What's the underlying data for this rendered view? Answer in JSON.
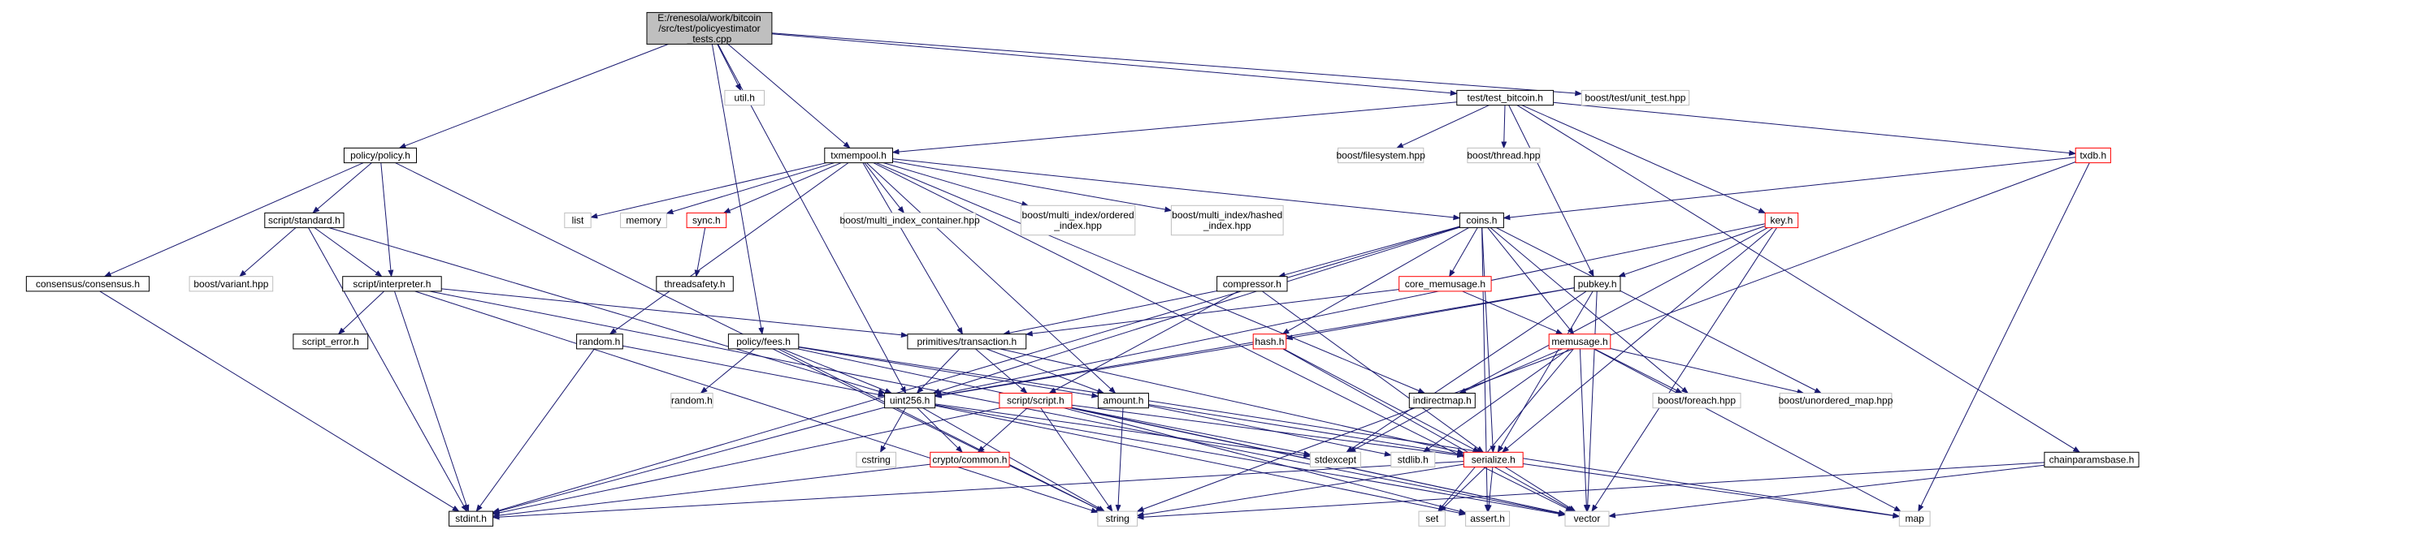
{
  "graph": {
    "colors": {
      "edge": "#191970",
      "label": "#000000",
      "border_local": "#000000",
      "border_incomplete": "#ff0000",
      "border_system": "#bfbfbf",
      "root_fill": "#bfbfbf",
      "fill": "#ffffff"
    },
    "nodes": [
      {
        "id": "root",
        "lines": [
          "E:/renesola/work/bitcoin",
          "/src/test/policyestimator",
          "_tests.cpp"
        ],
        "kind": "root"
      },
      {
        "id": "util_h",
        "lines": [
          "util.h"
        ],
        "kind": "system"
      },
      {
        "id": "test_bitcoin_h",
        "lines": [
          "test/test_bitcoin.h"
        ],
        "kind": "local"
      },
      {
        "id": "boost_unit_test",
        "lines": [
          "boost/test/unit_test.hpp"
        ],
        "kind": "system"
      },
      {
        "id": "policy_h",
        "lines": [
          "policy/policy.h"
        ],
        "kind": "local"
      },
      {
        "id": "txmempool_h",
        "lines": [
          "txmempool.h"
        ],
        "kind": "local"
      },
      {
        "id": "boost_filesystem",
        "lines": [
          "boost/filesystem.hpp"
        ],
        "kind": "system"
      },
      {
        "id": "boost_thread",
        "lines": [
          "boost/thread.hpp"
        ],
        "kind": "system"
      },
      {
        "id": "txdb_h",
        "lines": [
          "txdb.h"
        ],
        "kind": "incomplete"
      },
      {
        "id": "script_standard_h",
        "lines": [
          "script/standard.h"
        ],
        "kind": "local"
      },
      {
        "id": "list",
        "lines": [
          "list"
        ],
        "kind": "system"
      },
      {
        "id": "memory",
        "lines": [
          "memory"
        ],
        "kind": "system"
      },
      {
        "id": "sync_h",
        "lines": [
          "sync.h"
        ],
        "kind": "incomplete"
      },
      {
        "id": "boost_mi_container",
        "lines": [
          "boost/multi_index_container.hpp"
        ],
        "kind": "system"
      },
      {
        "id": "boost_mi_ordered",
        "lines": [
          "boost/multi_index/ordered",
          "_index.hpp"
        ],
        "kind": "system"
      },
      {
        "id": "boost_mi_hashed",
        "lines": [
          "boost/multi_index/hashed",
          "_index.hpp"
        ],
        "kind": "system"
      },
      {
        "id": "coins_h",
        "lines": [
          "coins.h"
        ],
        "kind": "local"
      },
      {
        "id": "key_h",
        "lines": [
          "key.h"
        ],
        "kind": "incomplete"
      },
      {
        "id": "consensus_h",
        "lines": [
          "consensus/consensus.h"
        ],
        "kind": "local"
      },
      {
        "id": "boost_variant",
        "lines": [
          "boost/variant.hpp"
        ],
        "kind": "system"
      },
      {
        "id": "script_interpreter_h",
        "lines": [
          "script/interpreter.h"
        ],
        "kind": "local"
      },
      {
        "id": "threadsafety_h",
        "lines": [
          "threadsafety.h"
        ],
        "kind": "local"
      },
      {
        "id": "compressor_h",
        "lines": [
          "compressor.h"
        ],
        "kind": "local"
      },
      {
        "id": "core_memusage_h",
        "lines": [
          "core_memusage.h"
        ],
        "kind": "incomplete"
      },
      {
        "id": "pubkey_h",
        "lines": [
          "pubkey.h"
        ],
        "kind": "local"
      },
      {
        "id": "script_error_h",
        "lines": [
          "script_error.h"
        ],
        "kind": "local"
      },
      {
        "id": "random_h",
        "lines": [
          "random.h"
        ],
        "kind": "local"
      },
      {
        "id": "policy_fees_h",
        "lines": [
          "policy/fees.h"
        ],
        "kind": "local"
      },
      {
        "id": "primitives_transaction_h",
        "lines": [
          "primitives/transaction.h"
        ],
        "kind": "local"
      },
      {
        "id": "hash_h",
        "lines": [
          "hash.h"
        ],
        "kind": "incomplete"
      },
      {
        "id": "memusage_h",
        "lines": [
          "memusage.h"
        ],
        "kind": "incomplete"
      },
      {
        "id": "random_hpp",
        "lines": [
          "random.h"
        ],
        "kind": "system"
      },
      {
        "id": "uint256_h",
        "lines": [
          "uint256.h"
        ],
        "kind": "local"
      },
      {
        "id": "script_script_h",
        "lines": [
          "script/script.h"
        ],
        "kind": "incomplete"
      },
      {
        "id": "amount_h",
        "lines": [
          "amount.h"
        ],
        "kind": "local"
      },
      {
        "id": "indirectmap_h",
        "lines": [
          "indirectmap.h"
        ],
        "kind": "local"
      },
      {
        "id": "boost_foreach",
        "lines": [
          "boost/foreach.hpp"
        ],
        "kind": "system"
      },
      {
        "id": "boost_unordered_map",
        "lines": [
          "boost/unordered_map.hpp"
        ],
        "kind": "system"
      },
      {
        "id": "cstring",
        "lines": [
          "cstring"
        ],
        "kind": "system"
      },
      {
        "id": "crypto_common_h",
        "lines": [
          "crypto/common.h"
        ],
        "kind": "incomplete"
      },
      {
        "id": "stdexcept",
        "lines": [
          "stdexcept"
        ],
        "kind": "system"
      },
      {
        "id": "stdlib_h",
        "lines": [
          "stdlib.h"
        ],
        "kind": "system"
      },
      {
        "id": "serialize_h",
        "lines": [
          "serialize.h"
        ],
        "kind": "incomplete"
      },
      {
        "id": "chainparamsbase_h",
        "lines": [
          "chainparamsbase.h"
        ],
        "kind": "local"
      },
      {
        "id": "stdint_h",
        "lines": [
          "stdint.h"
        ],
        "kind": "local"
      },
      {
        "id": "string",
        "lines": [
          "string"
        ],
        "kind": "system"
      },
      {
        "id": "set",
        "lines": [
          "set"
        ],
        "kind": "system"
      },
      {
        "id": "assert_h",
        "lines": [
          "assert.h"
        ],
        "kind": "system"
      },
      {
        "id": "vector",
        "lines": [
          "vector"
        ],
        "kind": "system"
      },
      {
        "id": "map",
        "lines": [
          "map"
        ],
        "kind": "system"
      }
    ],
    "edges": [
      [
        "root",
        "util_h"
      ],
      [
        "root",
        "test_bitcoin_h"
      ],
      [
        "root",
        "boost_unit_test"
      ],
      [
        "root",
        "policy_h"
      ],
      [
        "root",
        "txmempool_h"
      ],
      [
        "root",
        "policy_fees_h"
      ],
      [
        "root",
        "uint256_h"
      ],
      [
        "test_bitcoin_h",
        "txmempool_h"
      ],
      [
        "test_bitcoin_h",
        "boost_filesystem"
      ],
      [
        "test_bitcoin_h",
        "boost_thread"
      ],
      [
        "test_bitcoin_h",
        "txdb_h"
      ],
      [
        "test_bitcoin_h",
        "key_h"
      ],
      [
        "test_bitcoin_h",
        "pubkey_h"
      ],
      [
        "test_bitcoin_h",
        "chainparamsbase_h"
      ],
      [
        "policy_h",
        "script_standard_h"
      ],
      [
        "policy_h",
        "consensus_h"
      ],
      [
        "policy_h",
        "script_interpreter_h"
      ],
      [
        "policy_h",
        "string"
      ],
      [
        "txmempool_h",
        "list"
      ],
      [
        "txmempool_h",
        "memory"
      ],
      [
        "txmempool_h",
        "sync_h"
      ],
      [
        "txmempool_h",
        "boost_mi_container"
      ],
      [
        "txmempool_h",
        "boost_mi_ordered"
      ],
      [
        "txmempool_h",
        "boost_mi_hashed"
      ],
      [
        "txmempool_h",
        "coins_h"
      ],
      [
        "txmempool_h",
        "random_h"
      ],
      [
        "txmempool_h",
        "primitives_transaction_h"
      ],
      [
        "txmempool_h",
        "amount_h"
      ],
      [
        "txmempool_h",
        "indirectmap_h"
      ],
      [
        "txmempool_h",
        "vector"
      ],
      [
        "sync_h",
        "threadsafety_h"
      ],
      [
        "txdb_h",
        "coins_h"
      ],
      [
        "txdb_h",
        "map"
      ],
      [
        "txdb_h",
        "string"
      ],
      [
        "script_standard_h",
        "boost_variant"
      ],
      [
        "script_standard_h",
        "script_interpreter_h"
      ],
      [
        "script_standard_h",
        "stdint_h"
      ],
      [
        "script_standard_h",
        "uint256_h"
      ],
      [
        "script_interpreter_h",
        "script_error_h"
      ],
      [
        "script_interpreter_h",
        "primitives_transaction_h"
      ],
      [
        "script_interpreter_h",
        "stdint_h"
      ],
      [
        "script_interpreter_h",
        "string"
      ],
      [
        "script_interpreter_h",
        "vector"
      ],
      [
        "consensus_h",
        "stdint_h"
      ],
      [
        "coins_h",
        "compressor_h"
      ],
      [
        "coins_h",
        "core_memusage_h"
      ],
      [
        "coins_h",
        "hash_h"
      ],
      [
        "coins_h",
        "memusage_h"
      ],
      [
        "coins_h",
        "serialize_h"
      ],
      [
        "coins_h",
        "uint256_h"
      ],
      [
        "coins_h",
        "boost_foreach"
      ],
      [
        "coins_h",
        "boost_unordered_map"
      ],
      [
        "coins_h",
        "stdint_h"
      ],
      [
        "coins_h",
        "assert_h"
      ],
      [
        "key_h",
        "pubkey_h"
      ],
      [
        "key_h",
        "serialize_h"
      ],
      [
        "key_h",
        "uint256_h"
      ],
      [
        "key_h",
        "stdexcept"
      ],
      [
        "key_h",
        "vector"
      ],
      [
        "compressor_h",
        "primitives_transaction_h"
      ],
      [
        "compressor_h",
        "script_script_h"
      ],
      [
        "compressor_h",
        "serialize_h"
      ],
      [
        "core_memusage_h",
        "primitives_transaction_h"
      ],
      [
        "core_memusage_h",
        "memusage_h"
      ],
      [
        "pubkey_h",
        "hash_h"
      ],
      [
        "pubkey_h",
        "serialize_h"
      ],
      [
        "pubkey_h",
        "uint256_h"
      ],
      [
        "pubkey_h",
        "stdexcept"
      ],
      [
        "pubkey_h",
        "vector"
      ],
      [
        "random_h",
        "uint256_h"
      ],
      [
        "random_h",
        "stdint_h"
      ],
      [
        "policy_fees_h",
        "amount_h"
      ],
      [
        "policy_fees_h",
        "uint256_h"
      ],
      [
        "policy_fees_h",
        "random_hpp"
      ],
      [
        "policy_fees_h",
        "map"
      ],
      [
        "policy_fees_h",
        "string"
      ],
      [
        "policy_fees_h",
        "vector"
      ],
      [
        "primitives_transaction_h",
        "amount_h"
      ],
      [
        "primitives_transaction_h",
        "script_script_h"
      ],
      [
        "primitives_transaction_h",
        "serialize_h"
      ],
      [
        "primitives_transaction_h",
        "uint256_h"
      ],
      [
        "hash_h",
        "uint256_h"
      ],
      [
        "hash_h",
        "serialize_h"
      ],
      [
        "hash_h",
        "vector"
      ],
      [
        "memusage_h",
        "indirectmap_h"
      ],
      [
        "memusage_h",
        "stdlib_h"
      ],
      [
        "memusage_h",
        "map"
      ],
      [
        "memusage_h",
        "set"
      ],
      [
        "memusage_h",
        "vector"
      ],
      [
        "memusage_h",
        "boost_foreach"
      ],
      [
        "memusage_h",
        "boost_unordered_map"
      ],
      [
        "uint256_h",
        "assert_h"
      ],
      [
        "uint256_h",
        "cstring"
      ],
      [
        "uint256_h",
        "stdexcept"
      ],
      [
        "uint256_h",
        "stdint_h"
      ],
      [
        "uint256_h",
        "string"
      ],
      [
        "uint256_h",
        "vector"
      ],
      [
        "uint256_h",
        "crypto_common_h"
      ],
      [
        "script_script_h",
        "crypto_common_h"
      ],
      [
        "script_script_h",
        "serialize_h"
      ],
      [
        "script_script_h",
        "assert_h"
      ],
      [
        "script_script_h",
        "stdexcept"
      ],
      [
        "script_script_h",
        "stdint_h"
      ],
      [
        "script_script_h",
        "string"
      ],
      [
        "script_script_h",
        "vector"
      ],
      [
        "amount_h",
        "serialize_h"
      ],
      [
        "amount_h",
        "stdlib_h"
      ],
      [
        "amount_h",
        "string"
      ],
      [
        "crypto_common_h",
        "stdint_h"
      ],
      [
        "serialize_h",
        "assert_h"
      ],
      [
        "serialize_h",
        "map"
      ],
      [
        "serialize_h",
        "set"
      ],
      [
        "serialize_h",
        "stdint_h"
      ],
      [
        "serialize_h",
        "string"
      ],
      [
        "serialize_h",
        "vector"
      ],
      [
        "chainparamsbase_h",
        "string"
      ],
      [
        "chainparamsbase_h",
        "vector"
      ]
    ]
  }
}
